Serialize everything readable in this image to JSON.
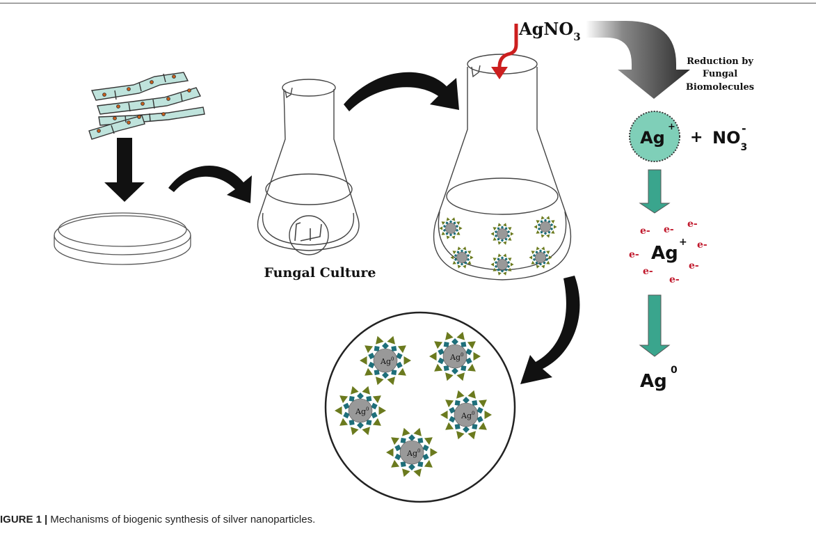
{
  "caption": {
    "label": "IGURE 1",
    "separator": "|",
    "text": "Mechanisms of biogenic synthesis of silver nanoparticles."
  },
  "labels": {
    "fungal_culture": "Fungal Culture",
    "agno3_main": "AgNO",
    "agno3_sub": "3",
    "reduction_line1": "Reduction by",
    "reduction_line2": "Fungal",
    "reduction_line3": "Biomolecules",
    "ag_ion": "Ag",
    "ag_ion_charge": "+",
    "plus": "+",
    "no3_main": "NO",
    "no3_sub": "3",
    "no3_charge": "-",
    "ag_middle": "Ag",
    "ag_middle_charge": "+",
    "electron": "e-",
    "ag_zero": "Ag",
    "ag_zero_sup": "0",
    "nanoparticle": "Ag",
    "nanoparticle_sup": "0"
  },
  "colors": {
    "ag_ion_fill": "#7fcfb8",
    "teal_arrow": "#3aa58d",
    "red_arrow": "#cc1f1f",
    "electron": "#c0172b",
    "particle_core": "#999999",
    "particle_square": "#1e6f7a",
    "particle_triangle": "#6b7a1e",
    "hypha_fill": "#bfe3dc"
  }
}
